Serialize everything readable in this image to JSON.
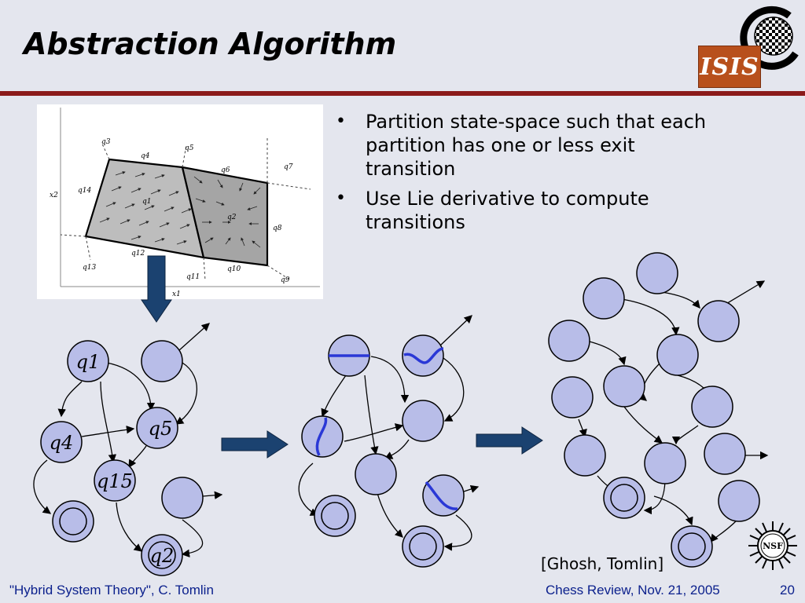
{
  "slide": {
    "title": "Abstraction Algorithm",
    "bullets": [
      "Partition state-space such that each partition has one or less exit transition",
      "Use Lie derivative to compute transitions"
    ],
    "citation": "[Ghosh, Tomlin]",
    "footer_left": "\"Hybrid System Theory\", C. Tomlin",
    "footer_right": "Chess Review, Nov. 21, 2005",
    "page_number": "20"
  },
  "logos": {
    "isis_text": "ISIS",
    "nsf_text": "NSF"
  },
  "figure_labels": {
    "q1": "q1",
    "q2": "q2",
    "q3": "q3",
    "q4": "q4",
    "q5": "q5",
    "q6": "q6",
    "q7": "q7",
    "q8": "q8",
    "q9": "q9",
    "q10": "q10",
    "q11": "q11",
    "q12": "q12",
    "q13": "q13",
    "q14": "q14",
    "x1": "x1",
    "x2": "x2"
  },
  "graph1_labels": {
    "q1": "q1",
    "q4": "q4",
    "q5": "q5",
    "q15": "q15",
    "q2": "q2"
  },
  "colors": {
    "node_fill": "#b8bde8",
    "node_stroke": "#000000",
    "rule": "#8b1a1a",
    "arrow_fill": "#1b4270",
    "footer_text": "#0a1f8c",
    "highlight_curve": "#2a38d6"
  }
}
